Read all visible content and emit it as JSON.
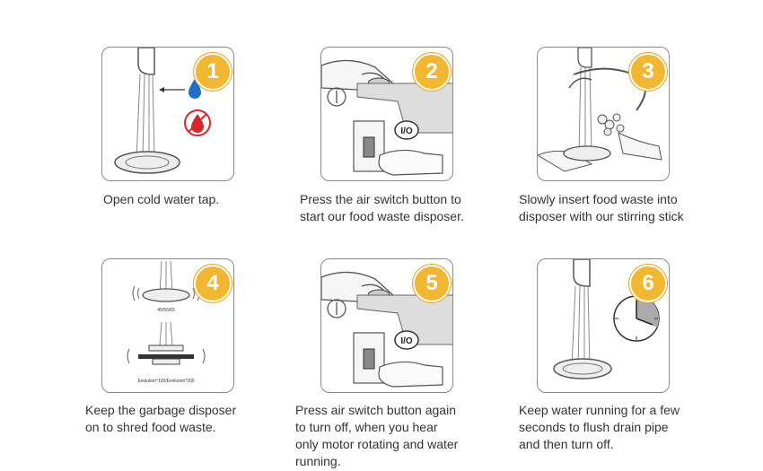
{
  "steps": [
    {
      "number": "1",
      "caption": [
        "Open cold water tap."
      ]
    },
    {
      "number": "2",
      "caption": [
        "Press the air switch button to",
        "start our food waste disposer."
      ],
      "switch_label": "I/O"
    },
    {
      "number": "3",
      "caption": [
        "Slowly insert food waste into",
        "disposer with our stirring stick"
      ]
    },
    {
      "number": "4",
      "caption": [
        "Keep the garbage disposer",
        "on to shred food waste."
      ],
      "small_labels": [
        "45/55/65",
        "Evolution*100/Evolution*200"
      ]
    },
    {
      "number": "5",
      "caption": [
        "Press air switch button again",
        "to turn off, when you hear",
        "only motor rotating and water",
        "running."
      ],
      "switch_label": "I/O"
    },
    {
      "number": "6",
      "caption": [
        "Keep water running for a few",
        "seconds to flush drain pipe",
        "and then turn off."
      ]
    }
  ],
  "colors": {
    "badge": "#f2b731",
    "cold_drop": "#1e6fc8",
    "hot_drop": "#d8262c",
    "border": "#8a8a8a"
  }
}
